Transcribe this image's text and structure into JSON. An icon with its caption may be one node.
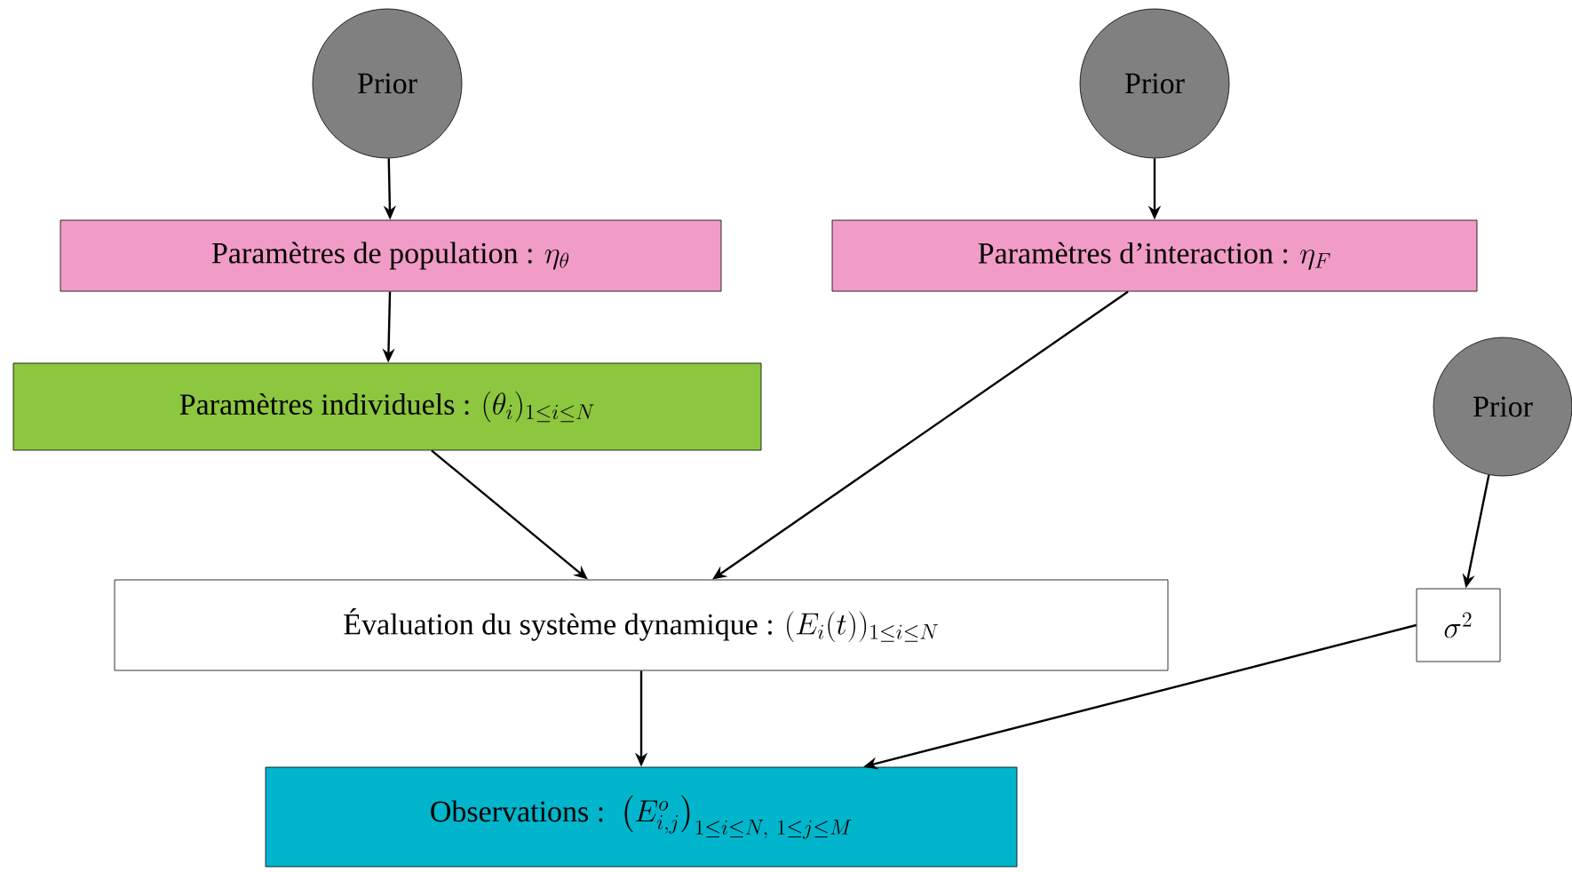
{
  "diagram": {
    "nodes": [
      {
        "text": [
          "Prior"
        ]
      },
      {
        "text": [
          "Prior"
        ]
      },
      {
        "text": [
          "\\text{Paramètres de population : }\\eta_{\\theta}"
        ]
      },
      {
        "text": [
          "\\text{Paramètres d’interaction : }\\eta_{F}"
        ]
      },
      {
        "text": [
          "\\text{Paramètres individuels : }(\\theta_{i})_{1\\leq i\\leq N}"
        ]
      },
      {
        "text": [
          "Prior"
        ]
      },
      {
        "text": [
          "\\text{Évaluation du système dynamique : }(E_{i}(t))_{1\\leq i\\leq N}"
        ]
      },
      {
        "text": [
          "\\sigma^{2}"
        ]
      },
      {
        "text": [
          "\\text{Observations : }\\left(E^{o}_{i,j}\\right)_{1\\leq i\\leq N,\\ 1\\leq j\\leq M}"
        ]
      }
    ],
    "edges": [
      {
        "from": 0,
        "to": 2,
        "arrow": "to"
      },
      {
        "from": 1,
        "to": 3,
        "arrow": "to"
      },
      {
        "from": 2,
        "to": 4,
        "arrow": "to"
      },
      {
        "from": 4,
        "to": 6,
        "arrow": "to"
      },
      {
        "from": 3,
        "to": 6,
        "arrow": "to"
      },
      {
        "from": 5,
        "to": 7,
        "arrow": "to"
      },
      {
        "from": 6,
        "to": 8,
        "arrow": "to"
      },
      {
        "from": 7,
        "to": 8,
        "arrow": "to"
      }
    ]
  }
}
